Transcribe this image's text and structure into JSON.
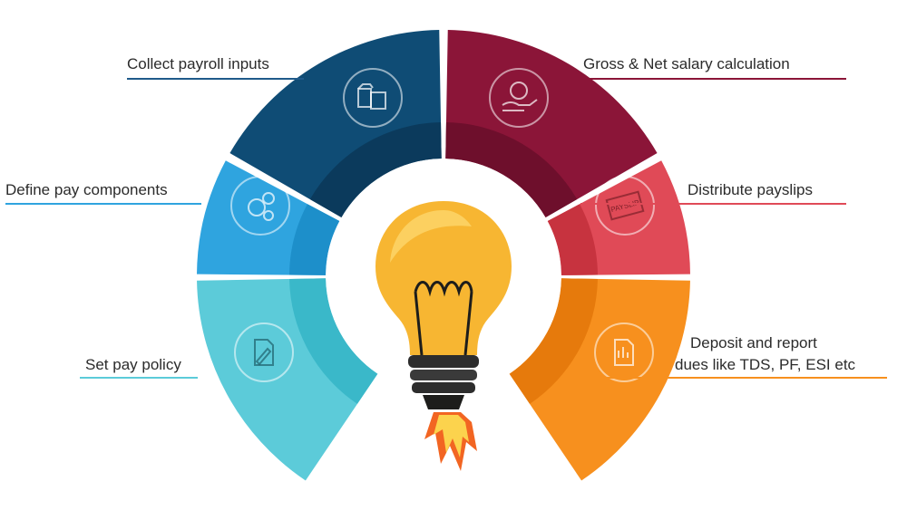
{
  "steps": [
    {
      "id": "collect",
      "label": "Collect payroll inputs",
      "icon": "folders-icon",
      "color": "#0f4c75",
      "line_color": "#1f5a8a"
    },
    {
      "id": "define",
      "label": "Define pay components",
      "icon": "gears-icon",
      "color": "#2fa4df",
      "line_color": "#2fa4df"
    },
    {
      "id": "policy",
      "label": "Set pay policy",
      "icon": "document-pen-icon",
      "color": "#5ccbd9",
      "line_color": "#5ccbd9"
    },
    {
      "id": "gross",
      "label": "Gross & Net salary calculation",
      "icon": "money-hand-icon",
      "color": "#8b1538",
      "line_color": "#8b1538"
    },
    {
      "id": "distribute",
      "label": "Distribute payslips",
      "icon": "payslip-icon",
      "color": "#e04a57",
      "line_color": "#e04a57"
    },
    {
      "id": "deposit",
      "label_line1": "Deposit and report",
      "label_line2": "dues like TDS, PF, ESI etc",
      "icon": "report-icon",
      "color": "#f7901e",
      "line_color": "#f7901e"
    }
  ],
  "center": {
    "icon": "lightbulb-rocket-icon"
  },
  "payslip_text": "PAYSLIP"
}
